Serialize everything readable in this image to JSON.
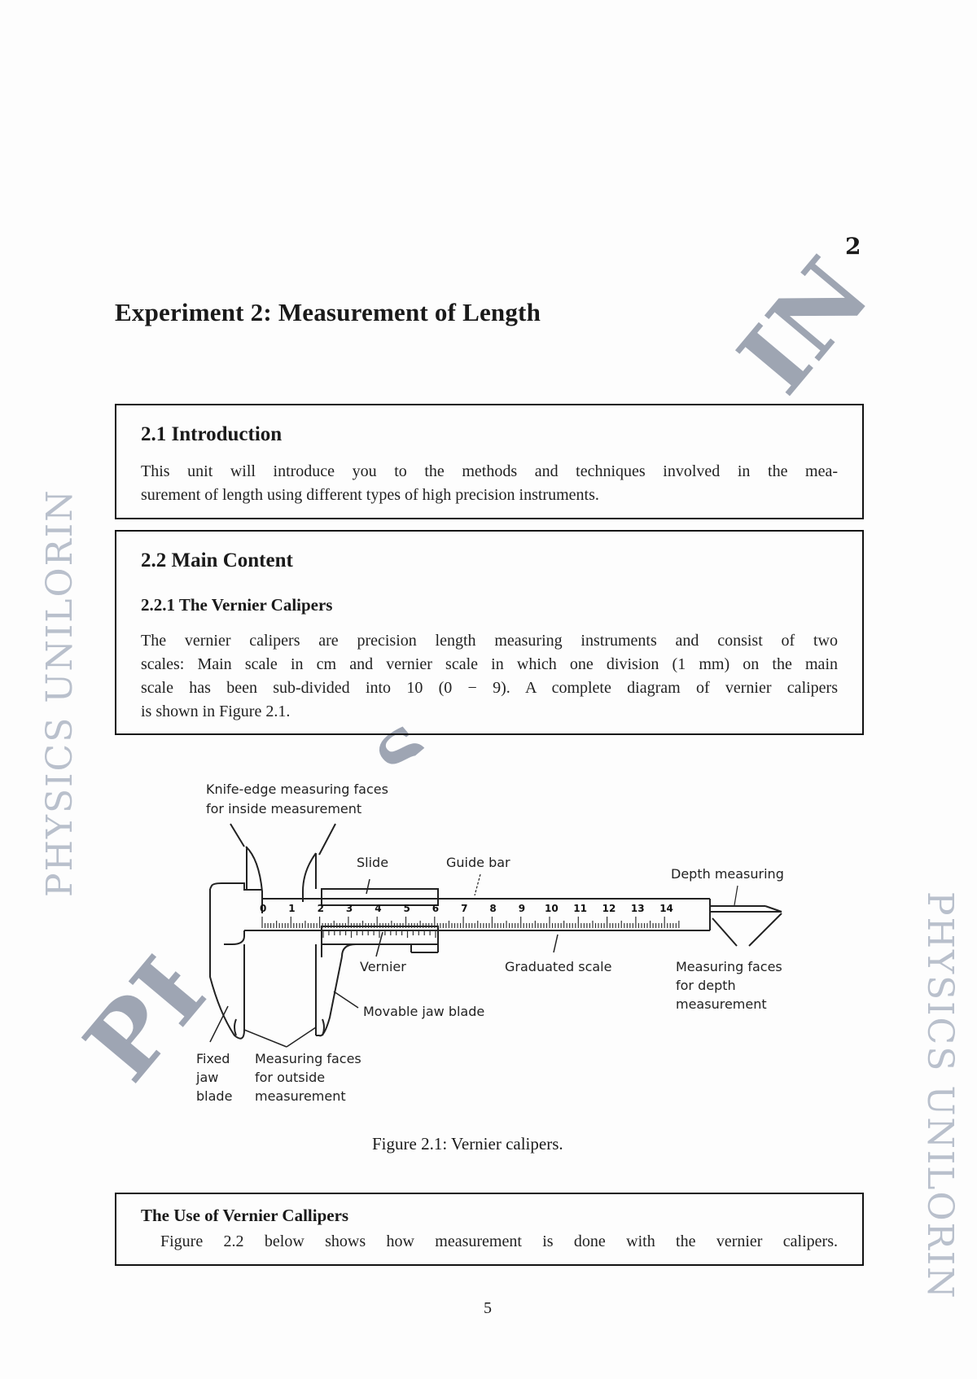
{
  "page": {
    "chapter_number": "2",
    "title": "Experiment 2: Measurement of Length",
    "page_number": "5"
  },
  "watermark": {
    "vertical_text": "PHYSICS UNILORIN",
    "diagonal_fragments": [
      "IN",
      "S",
      "PH"
    ],
    "color": "#b9c0cc"
  },
  "introduction": {
    "heading": "2.1 Introduction",
    "lines": [
      "This unit will introduce you to the methods and techniques involved in the mea-",
      "surement of length using different types of high precision instruments."
    ]
  },
  "main_content": {
    "heading": "2.2 Main Content",
    "subheading": "2.2.1 The Vernier Calipers",
    "lines": [
      "The vernier calipers are precision length measuring instruments and consist of two",
      "scales: Main scale in cm and vernier scale in which one division (1 mm) on the main",
      "scale has been sub-divided into 10 (0 − 9). A complete diagram of vernier calipers",
      "is shown in Figure 2.1."
    ]
  },
  "figure": {
    "caption": "Figure 2.1: Vernier calipers.",
    "labels": {
      "knife_edge": [
        "Knife-edge measuring faces",
        "for inside measurement"
      ],
      "slide": "Slide",
      "guide_bar": "Guide bar",
      "depth_measuring": "Depth measuring",
      "vernier": "Vernier",
      "graduated_scale": "Graduated scale",
      "depth_faces": [
        "Measuring faces",
        "for depth",
        "measurement"
      ],
      "movable_jaw": "Movable jaw blade",
      "fixed_jaw": [
        "Fixed",
        "jaw",
        "blade"
      ],
      "outside_faces": [
        "Measuring faces",
        "for outside",
        "measurement"
      ]
    },
    "scale_numbers": [
      "0",
      "1",
      "2",
      "3",
      "4",
      "5",
      "6",
      "7",
      "8",
      "9",
      "10",
      "11",
      "12",
      "13",
      "14"
    ]
  },
  "use_box": {
    "heading": "The Use of Vernier Callipers",
    "text": "Figure 2.2 below shows how measurement is done with the vernier calipers."
  }
}
